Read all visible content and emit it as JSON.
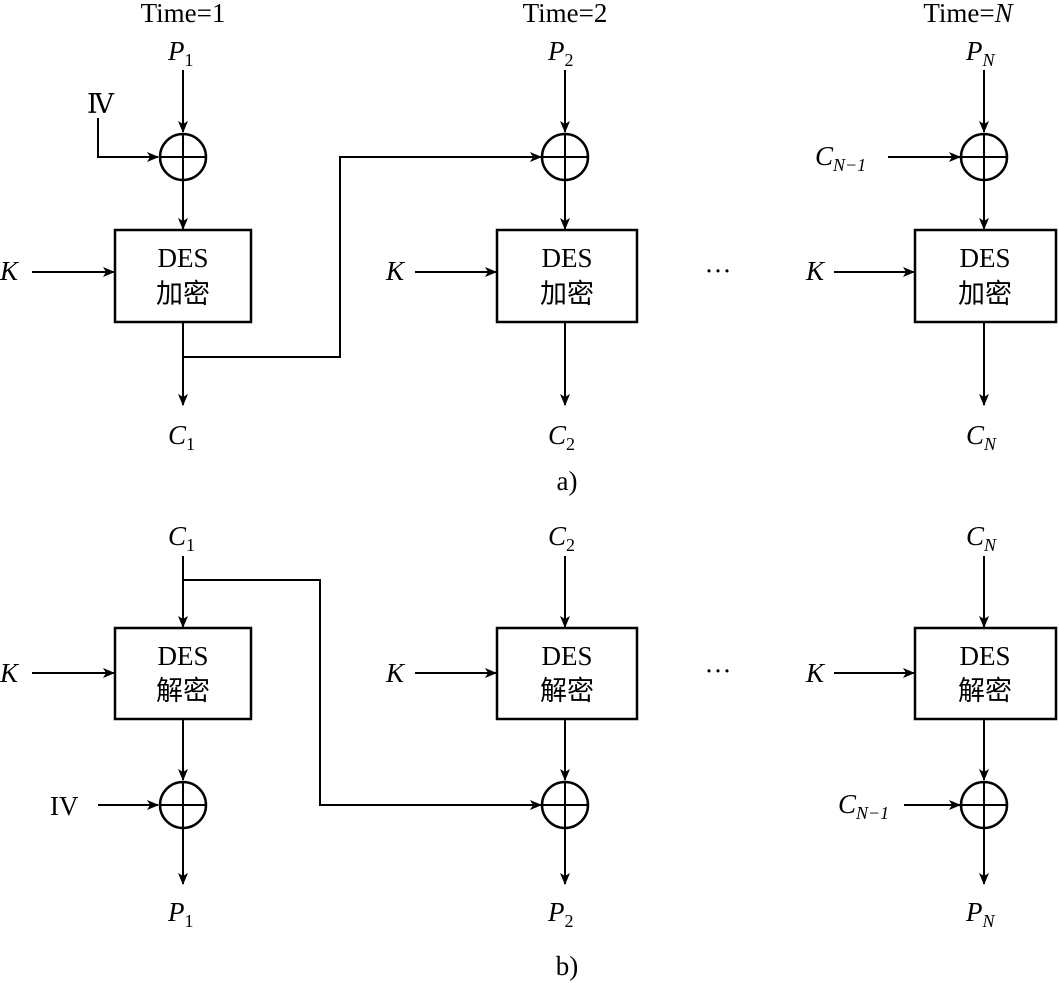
{
  "labels": {
    "time1": "Time=1",
    "time2_text": "Time=2",
    "timeN_prefix": "Time=",
    "timeN_var": "N",
    "P": "P",
    "C": "C",
    "K": "K",
    "IV_a": "Ⅳ",
    "IV_b": "IV",
    "sub1": "1",
    "sub2": "2",
    "subN": "N",
    "subN1": "N−1",
    "des": "DES",
    "encrypt": "加密",
    "decrypt": "解密",
    "ellipsis": "···",
    "caption_a": "a)",
    "caption_b": "b)"
  }
}
